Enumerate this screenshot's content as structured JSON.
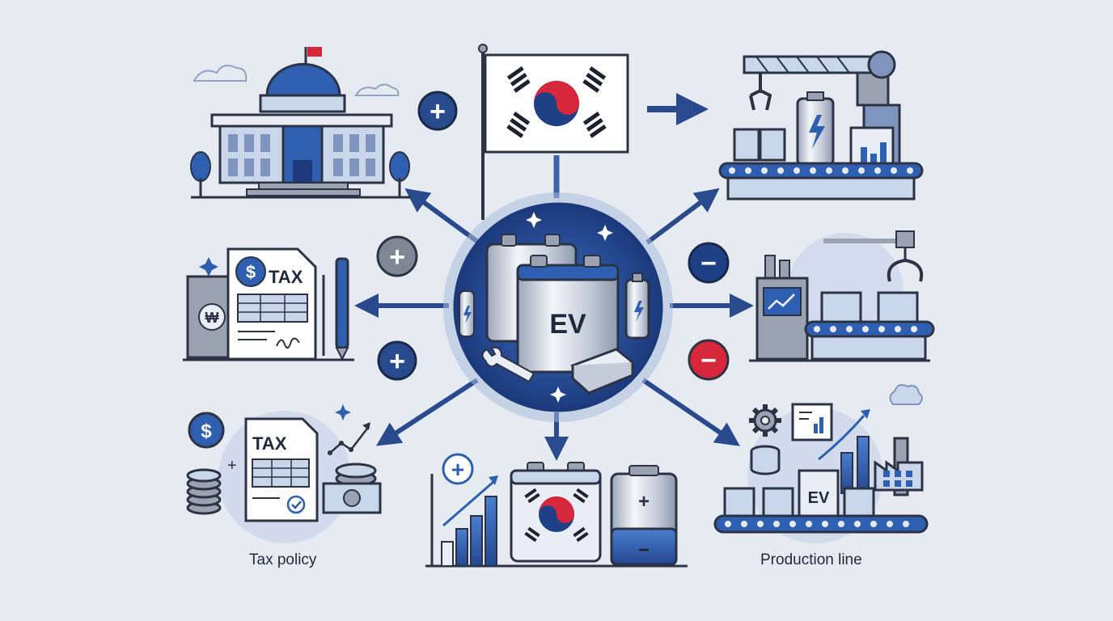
{
  "center": {
    "battery_label": "EV"
  },
  "tax_form": {
    "title": "TAX",
    "currency_symbol": "$",
    "won_symbol": "₩"
  },
  "tax_policy": {
    "title": "TAX",
    "currency_symbol": "$",
    "caption": "Tax policy"
  },
  "production": {
    "box_label": "EV",
    "caption": "Production line"
  },
  "signs": {
    "plus": "+",
    "minus": "−"
  },
  "colors": {
    "background": "#e6ebf2",
    "navy": "#1f3f86",
    "blue": "#2f5fb0",
    "light_blue": "#c9d6ea",
    "red": "#d6283a",
    "gray": "#9aa3b2",
    "outline": "#2b3344"
  }
}
